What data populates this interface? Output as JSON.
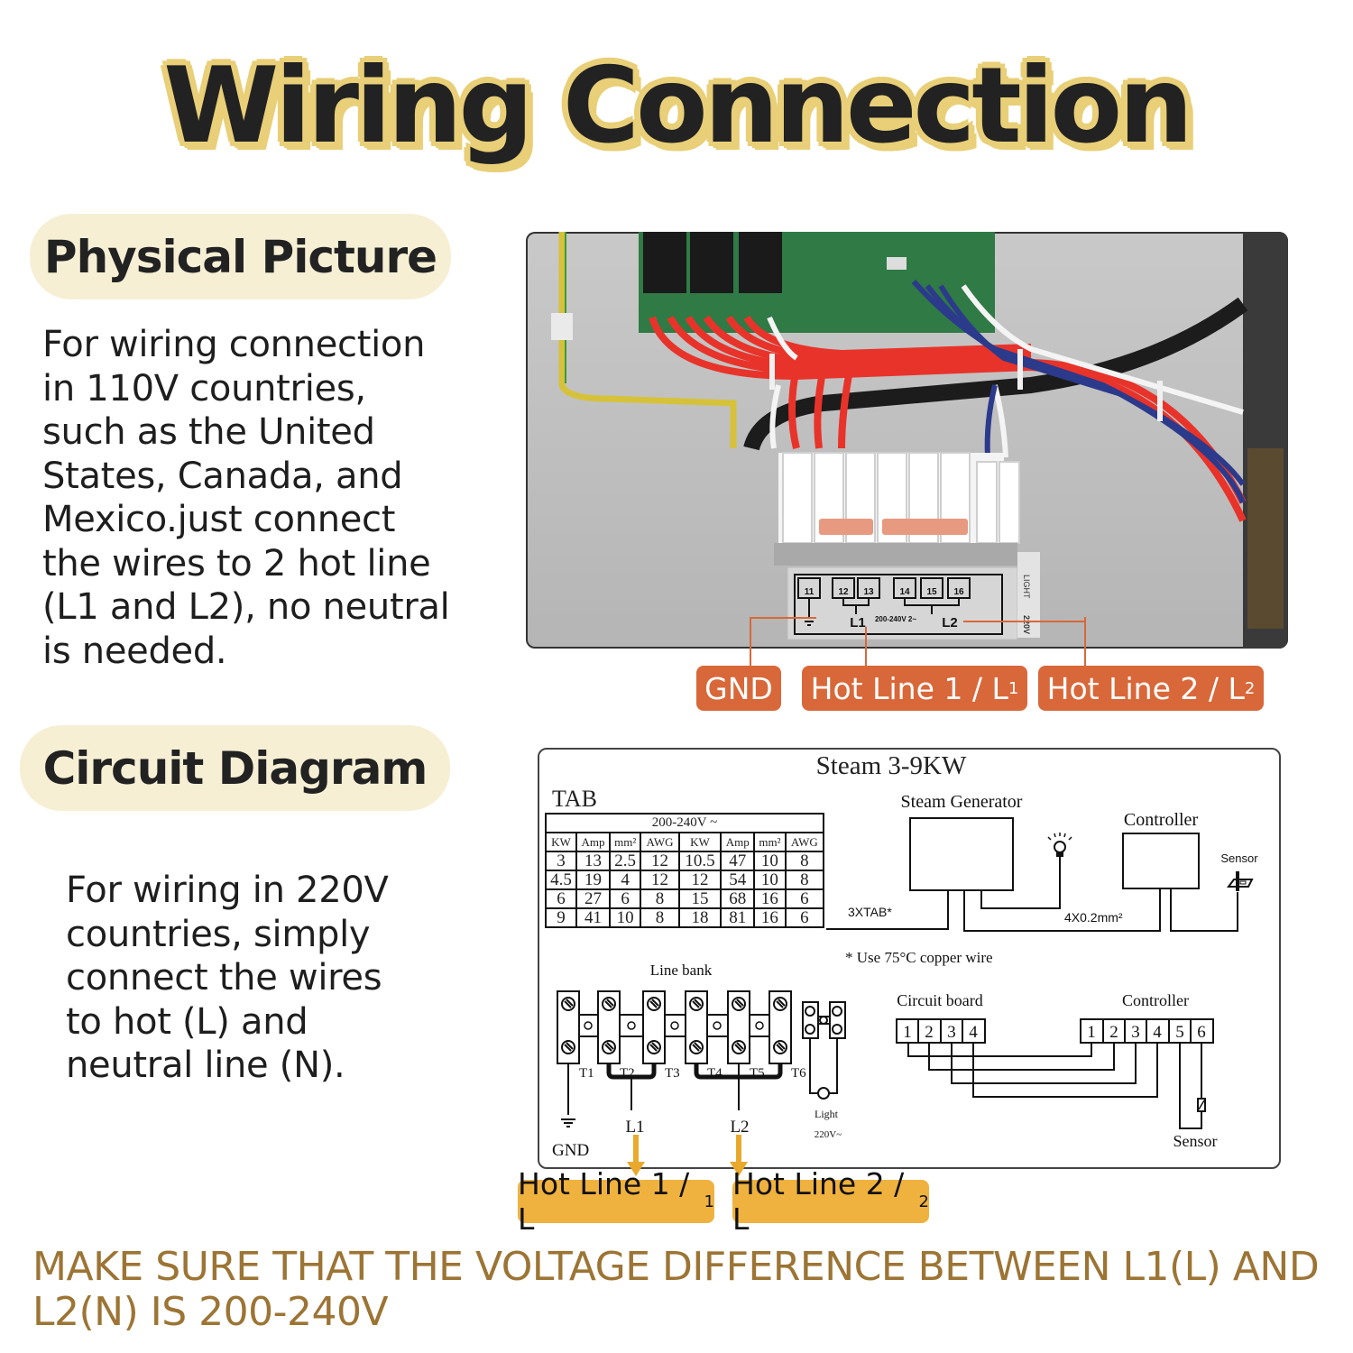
{
  "title": "Wiring Connection",
  "sections": {
    "physical": {
      "heading": "Physical Picture",
      "lines": [
        "For wiring connection",
        "in 110V countries,",
        "such as the United",
        "States, Canada, and",
        "Mexico.just connect",
        "the wires to 2 hot line",
        "(L1 and L2), no neutral",
        "is needed."
      ]
    },
    "circuit": {
      "heading": "Circuit Diagram",
      "lines": [
        "For wiring in 220V",
        "countries, simply",
        "connect the wires",
        "to hot (L) and",
        "neutral line (N)."
      ]
    }
  },
  "photo": {
    "terminal_numbers": [
      "11",
      "12",
      "13",
      "14",
      "15",
      "16"
    ],
    "label_l1": "L1",
    "label_l2": "L2",
    "voltage_label": "200-240V  2~",
    "side_label_top": "LIGHT",
    "side_label_bottom": "220V",
    "callouts": {
      "gnd": "GND",
      "hot1": "Hot Line 1 / L",
      "hot1_sub": "1",
      "hot2": "Hot Line 2 / L",
      "hot2_sub": "2"
    },
    "colors": {
      "callout": "#d8683a",
      "wire_red": "#e8332a",
      "wire_blue": "#2c3a8c",
      "pcb_green": "#2f7a45"
    }
  },
  "diagram": {
    "title": "Steam 3-9KW",
    "tab_title": "TAB",
    "table": {
      "voltage_header": "200-240V ~",
      "columns": [
        "KW",
        "Amp",
        "mm²",
        "AWG",
        "KW",
        "Amp",
        "mm²",
        "AWG"
      ],
      "rows": [
        [
          "3",
          "13",
          "2.5",
          "12",
          "10.5",
          "47",
          "10",
          "8"
        ],
        [
          "4.5",
          "19",
          "4",
          "12",
          "12",
          "54",
          "10",
          "8"
        ],
        [
          "6",
          "27",
          "6",
          "8",
          "15",
          "68",
          "16",
          "6"
        ],
        [
          "9",
          "41",
          "10",
          "8",
          "18",
          "81",
          "16",
          "6"
        ]
      ]
    },
    "steam_generator_label": "Steam Generator",
    "controller_label": "Controller",
    "sensor_label": "Sensor",
    "cable_3xtab": "3XTAB*",
    "cable_4x": "4X0.2mm²",
    "footnote": "* Use 75°C copper wire",
    "line_bank_label": "Line bank",
    "terminals": [
      "T1",
      "T2",
      "T3",
      "T4",
      "T5",
      "T6"
    ],
    "gnd_label": "GND",
    "l1_label": "L1",
    "l2_label": "L2",
    "light_label": "Light",
    "light_voltage": "220V~",
    "circuit_board_label": "Circuit board",
    "circuit_board_pins": [
      "1",
      "2",
      "3",
      "4"
    ],
    "controller_pins_label": "Controller",
    "controller_pins": [
      "1",
      "2",
      "3",
      "4",
      "5",
      "6"
    ],
    "sensor_bottom_label": "Sensor",
    "callouts": {
      "hot1": "Hot Line 1 / L",
      "hot1_sub": "1",
      "hot2": "Hot Line 2 / L",
      "hot2_sub": "2"
    },
    "colors": {
      "callout": "#f0b23f",
      "arrow": "#e9a92c"
    }
  },
  "warning": "MAKE SURE THAT THE VOLTAGE DIFFERENCE BETWEEN L1(L) AND L2(N) IS 200-240V",
  "colors": {
    "title_outline": "#e8cf78",
    "pill_bg": "#f6efd4",
    "warning_text": "#9c7434"
  }
}
